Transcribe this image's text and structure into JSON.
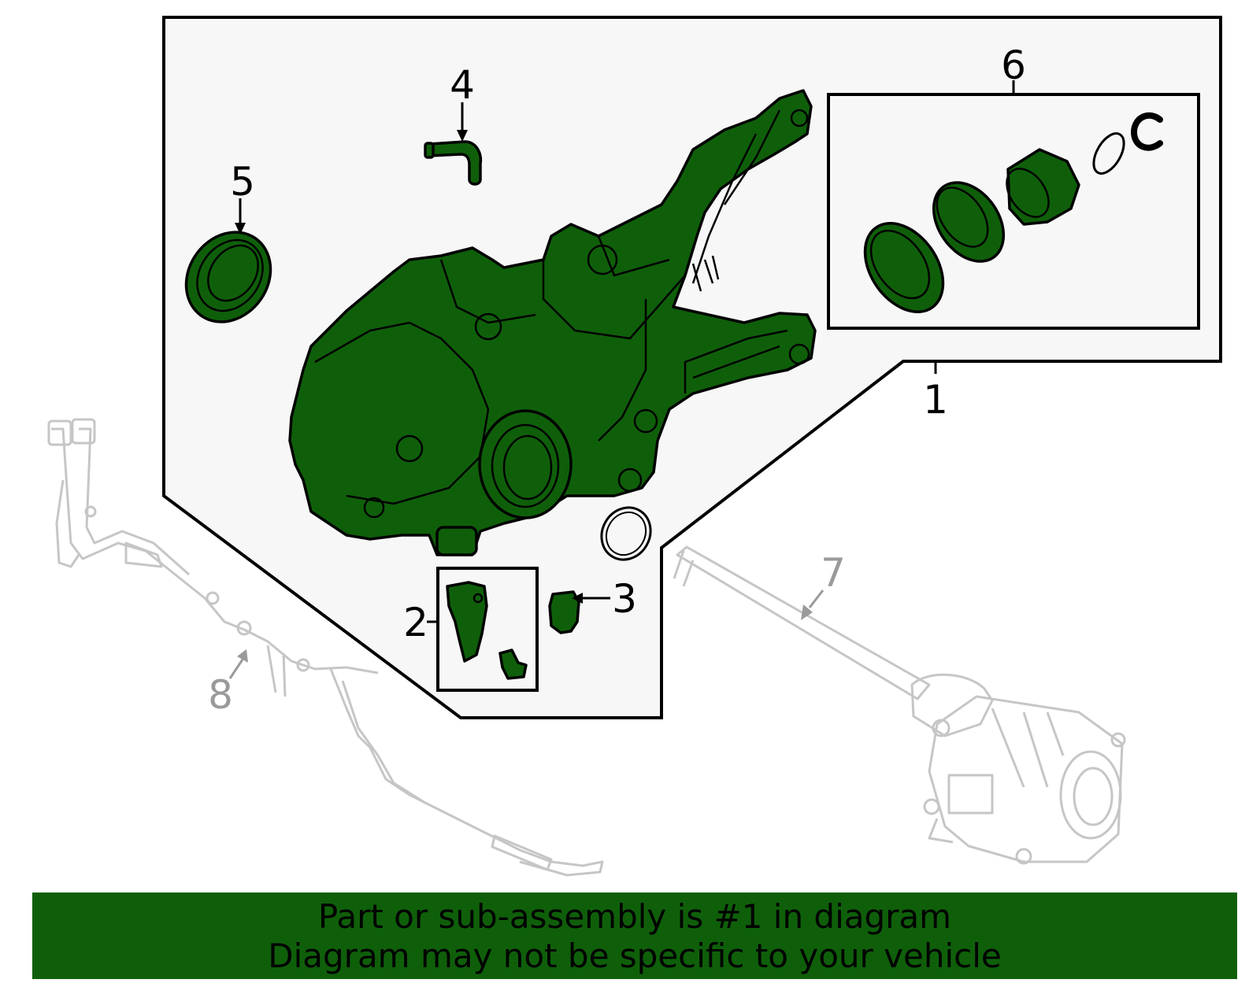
{
  "callouts": {
    "c1": "1",
    "c2": "2",
    "c3": "3",
    "c4": "4",
    "c5": "5",
    "c6": "6",
    "c7": "7",
    "c8": "8"
  },
  "banner": {
    "line1": "Part or sub-assembly is #1 in diagram",
    "line2": "Diagram may not be specific to your vehicle"
  },
  "colors": {
    "highlight": "#0f5f0a",
    "background_panel": "#f7f7f7",
    "ghost_parts": "#c6c6c6",
    "ghost_labels": "#9a9a9a"
  }
}
